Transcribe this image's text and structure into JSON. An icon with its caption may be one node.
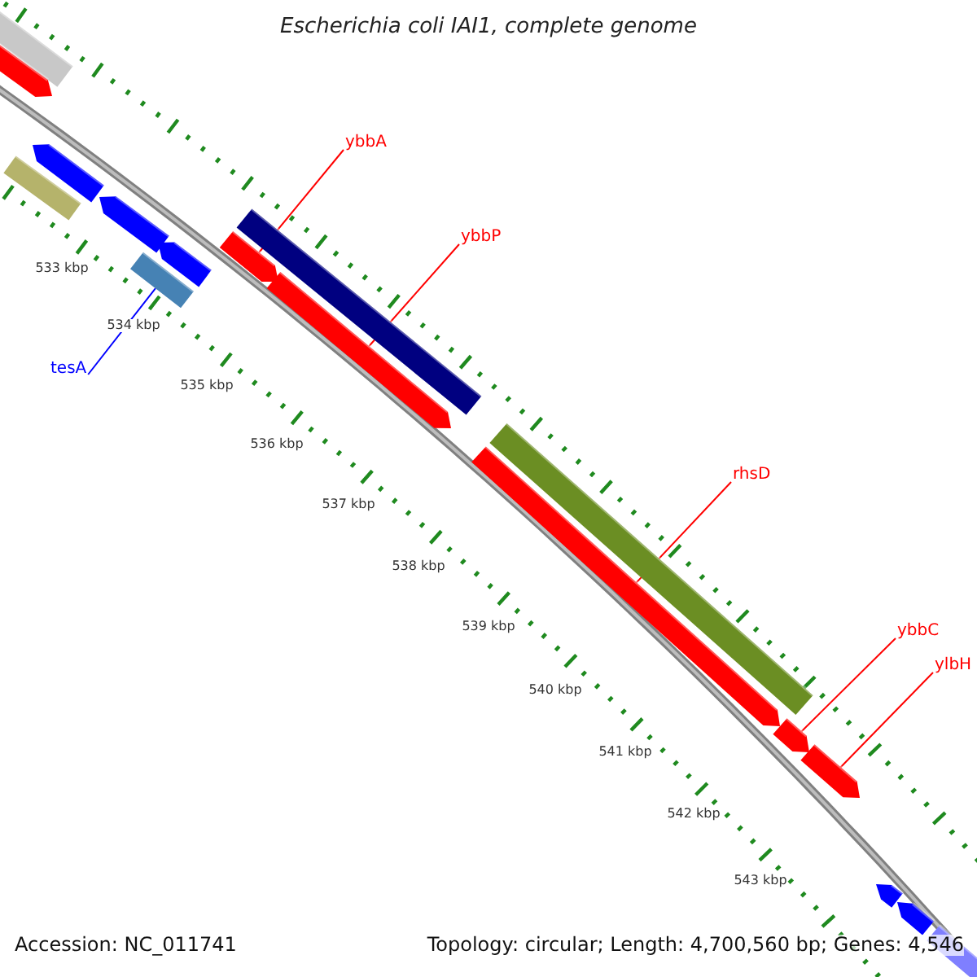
{
  "diagram": {
    "title": "Escherichia coli IAI1, complete genome",
    "nodes": [
      {
        "text": [
          "ybbA"
        ]
      },
      {
        "text": [],
        "shape": "bar"
      },
      {
        "text": [
          "ybbP"
        ]
      },
      {
        "text": [],
        "shape": "bar"
      },
      {
        "text": [
          "tesA"
        ]
      },
      {
        "text": [],
        "shape": "bar"
      },
      {
        "text": [
          "rhsD"
        ]
      },
      {
        "text": [],
        "shape": "bar"
      },
      {
        "text": [
          "ybbC"
        ]
      },
      {
        "text": [],
        "shape": "bar"
      },
      {
        "text": [
          "ylbH"
        ]
      },
      {
        "text": [],
        "shape": "bar"
      },
      {
        "text": [],
        "shape": "bar"
      },
      {
        "text": [],
        "shape": "bar"
      },
      {
        "text": [],
        "shape": "bar"
      },
      {
        "text": [],
        "shape": "bar"
      },
      {
        "text": [],
        "shape": "bar"
      },
      {
        "text": [],
        "shape": "bar"
      },
      {
        "text": [],
        "shape": "bar"
      },
      {
        "text": [],
        "shape": "bar"
      },
      {
        "text": [],
        "shape": "bar"
      },
      {
        "text": [],
        "shape": "bar"
      },
      {
        "text": [],
        "shape": "bar"
      }
    ],
    "edges": [
      {
        "from": 0,
        "to": 1,
        "arrow": "none"
      },
      {
        "from": 2,
        "to": 3,
        "arrow": "none"
      },
      {
        "from": 4,
        "to": 5,
        "arrow": "none",
        "color": "#0000ff"
      },
      {
        "from": 6,
        "to": 7,
        "arrow": "none"
      },
      {
        "from": 8,
        "to": 9,
        "arrow": "none"
      },
      {
        "from": 10,
        "to": 11,
        "arrow": "none"
      }
    ],
    "labels": [
      "533 kbp",
      "534 kbp",
      "535 kbp",
      "536 kbp",
      "537 kbp",
      "538 kbp",
      "539 kbp",
      "540 kbp",
      "541 kbp",
      "542 kbp",
      "543 kbp",
      "Accession: NC_011741",
      "Topology: circular; Length: 4,700,560 bp; Genes: 4,546"
    ]
  }
}
